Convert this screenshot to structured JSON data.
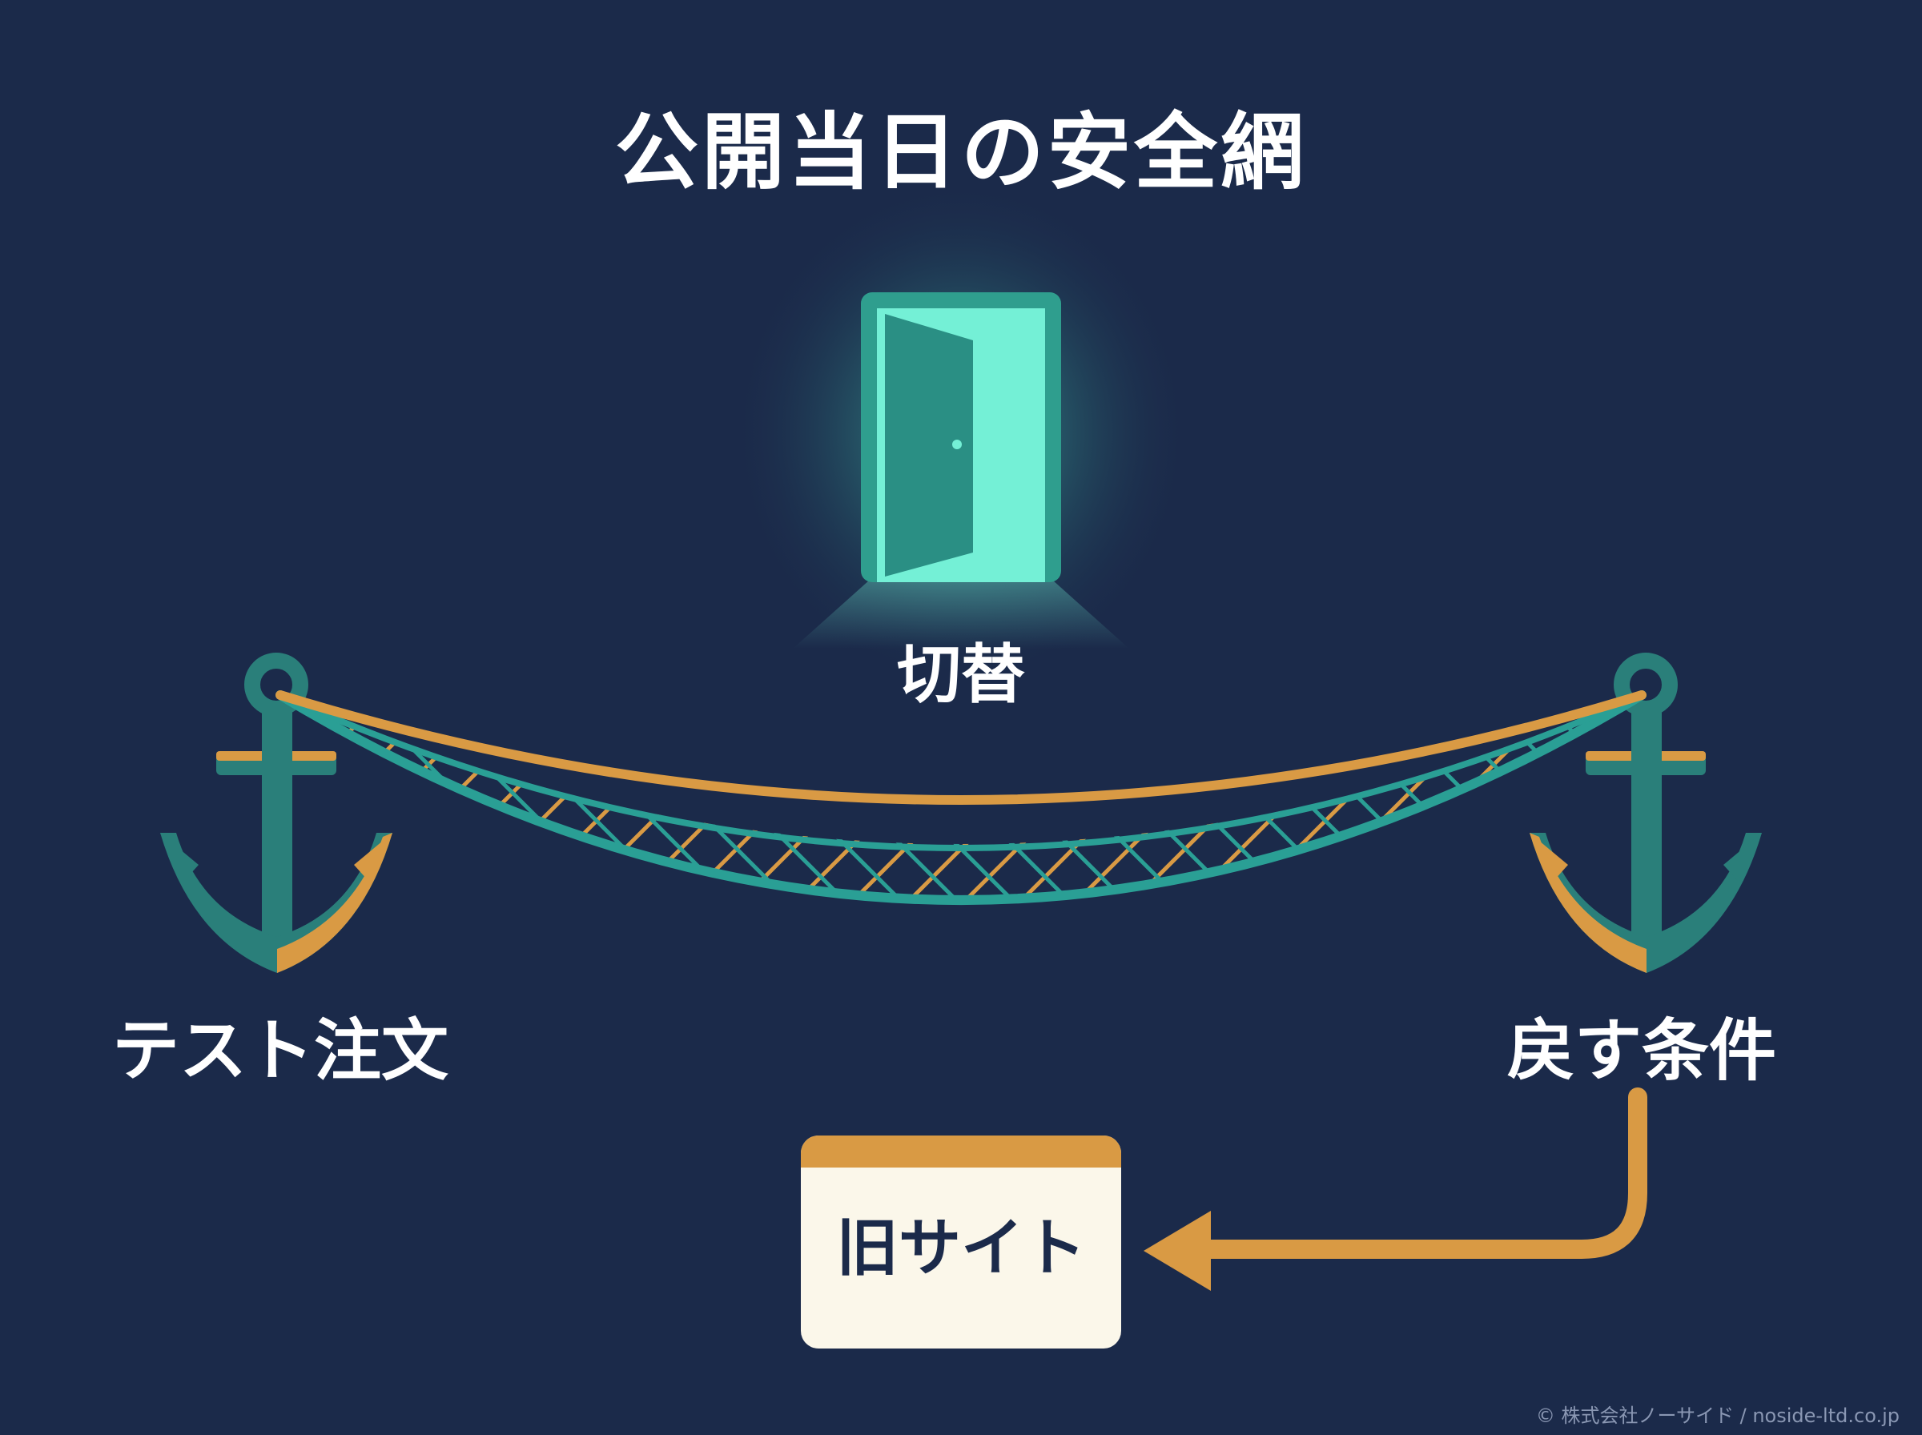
{
  "title": "公開当日の安全網",
  "nodes": {
    "switch": "切替",
    "test_order": "テスト注文",
    "revert_condition": "戻す条件",
    "old_site": "旧サイト"
  },
  "copyright": "© 株式会社ノーサイド / noside-ltd.co.jp",
  "colors": {
    "background": "#1b2a4a",
    "teal": "#2a7f7a",
    "gold": "#d99a44",
    "door_glow": "#74f0d6",
    "card": "#fbf7ea"
  },
  "icons": [
    "door-icon",
    "anchor-icon",
    "safety-net",
    "return-arrow"
  ]
}
